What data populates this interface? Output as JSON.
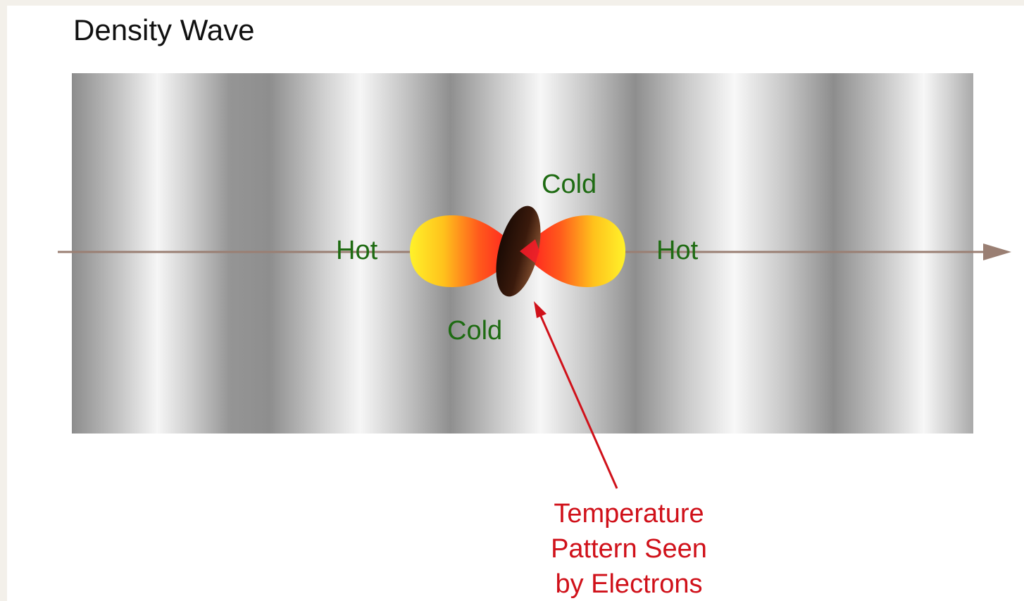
{
  "title": "Density Wave",
  "labels": {
    "hot_left": "Hot",
    "hot_right": "Hot",
    "cold_top": "Cold",
    "cold_bottom": "Cold"
  },
  "annotation": {
    "lines": [
      "Temperature",
      "Pattern Seen",
      "by Electrons"
    ]
  },
  "colors": {
    "background": "#ffffff",
    "label_green": "#1e6b12",
    "annotation_red": "#d0111a",
    "axis_arrow": "#9a7f73",
    "lobe_outer": "#ffe21a",
    "lobe_mid": "#ff7a1a",
    "lobe_inner": "#ff1a2a",
    "cold_dark": "#1a0c06",
    "cold_light": "#8a5030"
  },
  "density_wave": {
    "stripe_count": 6
  }
}
